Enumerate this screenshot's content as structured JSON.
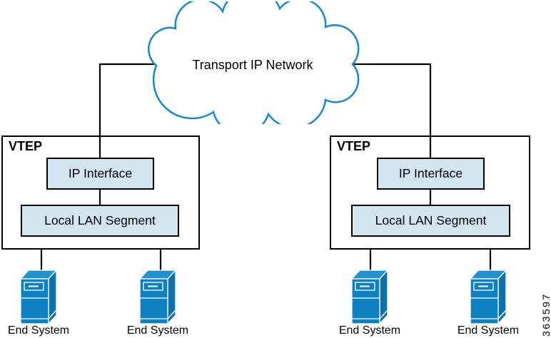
{
  "figure": {
    "cloud_label": "Transport IP Network",
    "figure_number": "363597"
  },
  "vteps": [
    {
      "label": "VTEP",
      "ip_interface_label": "IP Interface",
      "lan_segment_label": "Local LAN Segment"
    },
    {
      "label": "VTEP",
      "ip_interface_label": "IP Interface",
      "lan_segment_label": "Local LAN Segment"
    }
  ],
  "end_systems": [
    {
      "label": "End System"
    },
    {
      "label": "End System"
    },
    {
      "label": "End System"
    },
    {
      "label": "End System"
    }
  ],
  "colors": {
    "connector_line": "#000000",
    "cloud_stroke": "#1a87c6",
    "cloud_fill": "#ffffff",
    "box_fill": "#d3e5f1",
    "box_border": "#000000",
    "server_front": "#0e80c0",
    "server_top": "#2591ca",
    "server_side": "#0c72ae",
    "server_detail": "#ffffff"
  }
}
